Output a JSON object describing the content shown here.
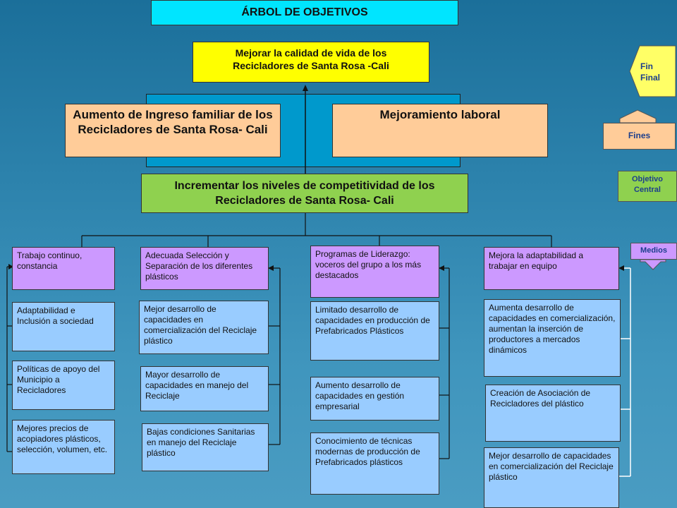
{
  "title": "ÁRBOL DE OBJETIVOS",
  "goal": "Mejorar la calidad de vida de los Recicladores de Santa Rosa -Cali",
  "fines": [
    "Aumento de Ingreso familiar de los Recicladores de Santa Rosa- Cali",
    "Mejoramiento laboral"
  ],
  "central_objective": "Incrementar los niveles de competitividad de los Recicladores de Santa Rosa- Cali",
  "medios": [
    {
      "head": "Trabajo  continuo, constancia",
      "items": [
        "Adaptabilidad e Inclusión  a sociedad",
        "Políticas de apoyo del Municipio a Recicladores",
        "Mejores precios de acopiadores plásticos, selección, volumen, etc."
      ]
    },
    {
      "head": "Adecuada Selección y Separación  de los diferentes plásticos",
      "items": [
        "Mejor desarrollo de capacidades en comercialización del Reciclaje plástico",
        "Mayor desarrollo de capacidades en manejo del Reciclaje",
        "Bajas condiciones Sanitarias  en manejo del Reciclaje plástico"
      ]
    },
    {
      "head": "Programas de  Liderazgo: voceros del grupo a los más destacados",
      "items": [
        "Limitado desarrollo de capacidades en producción de Prefabricados Plásticos",
        "Aumento desarrollo de capacidades en gestión empresarial",
        "Conocimiento de técnicas modernas de producción de Prefabricados plásticos"
      ]
    },
    {
      "head": "Mejora la adaptabilidad  a trabajar en equipo",
      "items": [
        "Aumenta desarrollo de capacidades en comercialización, aumentan la inserción de productores a mercados dinámicos",
        "Creación  de Asociación de Recicladores del plástico",
        "Mejor  desarrollo de capacidades en comercialización del Reciclaje plástico"
      ]
    }
  ],
  "legend": {
    "fin_final": "Fin Final",
    "fines": "Fines",
    "objetivo_central": "Objetivo Central",
    "medios": "Medios"
  },
  "colors": {
    "title_bg": "#00e5ff",
    "goal_bg": "#ffff00",
    "fines_bg": "#ffcc99",
    "central_bg": "#8fd14f",
    "medio_bg": "#cc99ff",
    "leaf_bg": "#99ccff",
    "legend_fin_bg": "#ffff66",
    "legend_fines_bg": "#ffcc99",
    "legend_central_bg": "#8fd14f",
    "legend_medios_bg": "#cc99ff"
  }
}
